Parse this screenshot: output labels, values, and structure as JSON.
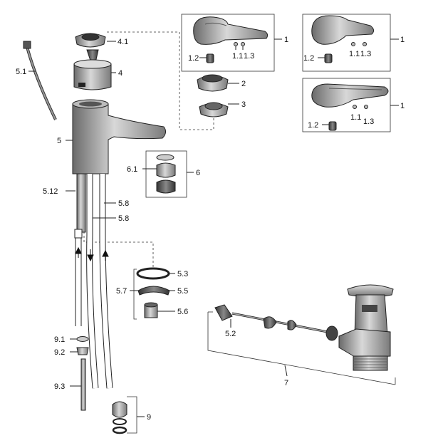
{
  "labels": {
    "l1a": "1",
    "l12a": "1.2",
    "l11a": "1.1",
    "l13a": "1.3",
    "l1b": "1",
    "l12b": "1.2",
    "l11b": "1.1",
    "l13b": "1.3",
    "l1c": "1",
    "l12c": "1.2",
    "l11c": "1.1",
    "l13c": "1.3",
    "l2": "2",
    "l3": "3",
    "l41": "4.1",
    "l4": "4",
    "l51": "5.1",
    "l5": "5",
    "l61": "6.1",
    "l6": "6",
    "l512": "5.12",
    "l58a": "5.8",
    "l58b": "5.8",
    "l53": "5.3",
    "l57": "5.7",
    "l55": "5.5",
    "l56": "5.6",
    "l52": "5.2",
    "l7": "7",
    "l91": "9.1",
    "l92": "9.2",
    "l93": "9.3",
    "l9": "9"
  },
  "colors": {
    "line": "#222222",
    "metal": "#9a9a9a",
    "dark": "#4a4a4a",
    "light": "#e6e6e6"
  }
}
